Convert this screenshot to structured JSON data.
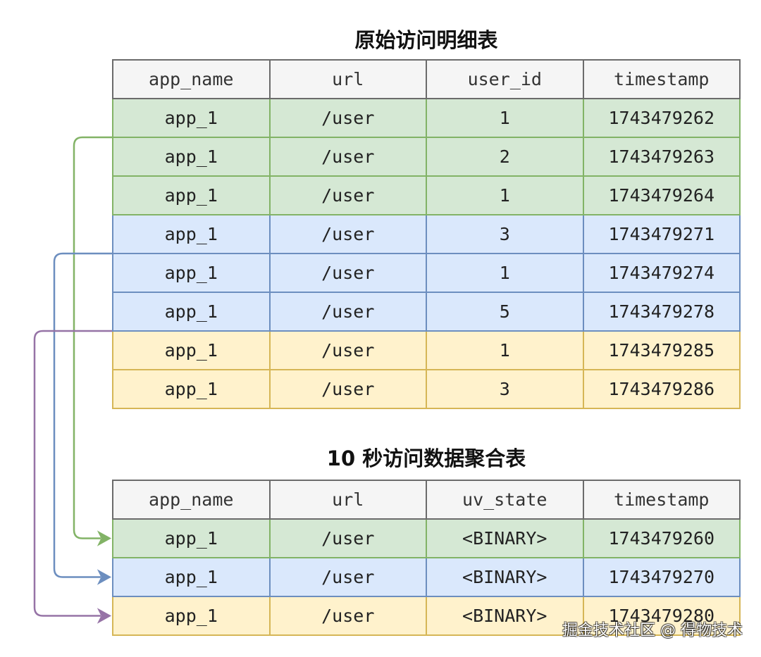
{
  "raw_table": {
    "title": "原始访问明细表",
    "headers": [
      "app_name",
      "url",
      "user_id",
      "timestamp"
    ],
    "rows": [
      {
        "group": "green",
        "cells": [
          "app_1",
          "/user",
          "1",
          "1743479262"
        ]
      },
      {
        "group": "green",
        "cells": [
          "app_1",
          "/user",
          "2",
          "1743479263"
        ]
      },
      {
        "group": "green",
        "cells": [
          "app_1",
          "/user",
          "1",
          "1743479264"
        ]
      },
      {
        "group": "blue",
        "cells": [
          "app_1",
          "/user",
          "3",
          "1743479271"
        ]
      },
      {
        "group": "blue",
        "cells": [
          "app_1",
          "/user",
          "1",
          "1743479274"
        ]
      },
      {
        "group": "blue",
        "cells": [
          "app_1",
          "/user",
          "5",
          "1743479278"
        ]
      },
      {
        "group": "yellow",
        "cells": [
          "app_1",
          "/user",
          "1",
          "1743479285"
        ]
      },
      {
        "group": "yellow",
        "cells": [
          "app_1",
          "/user",
          "3",
          "1743479286"
        ]
      }
    ]
  },
  "agg_table": {
    "title": "10 秒访问数据聚合表",
    "headers": [
      "app_name",
      "url",
      "uv_state",
      "timestamp"
    ],
    "rows": [
      {
        "group": "green",
        "cells": [
          "app_1",
          "/user",
          "<BINARY>",
          "1743479260"
        ]
      },
      {
        "group": "blue",
        "cells": [
          "app_1",
          "/user",
          "<BINARY>",
          "1743479270"
        ]
      },
      {
        "group": "yellow",
        "cells": [
          "app_1",
          "/user",
          "<BINARY>",
          "1743479280"
        ]
      }
    ]
  },
  "connectors": [
    {
      "group": "green",
      "from_raw_row": 1,
      "to_agg_row": 0
    },
    {
      "group": "blue",
      "from_raw_row": 4,
      "to_agg_row": 1
    },
    {
      "group": "yellow",
      "from_raw_row": 6,
      "to_agg_row": 2
    }
  ],
  "colors": {
    "green": {
      "fill": "#d5e8d4",
      "border": "#82b366",
      "arrow": "#82b366"
    },
    "blue": {
      "fill": "#dae8fc",
      "border": "#6c8ebf",
      "arrow": "#6c8ebf"
    },
    "yellow": {
      "fill": "#fff2cc",
      "border": "#d6b656",
      "arrow": "#9673a6"
    },
    "header_fill": "#f5f5f5",
    "header_border": "#6b6b6b"
  },
  "watermark": "掘金技术社区 @ 得物技术"
}
